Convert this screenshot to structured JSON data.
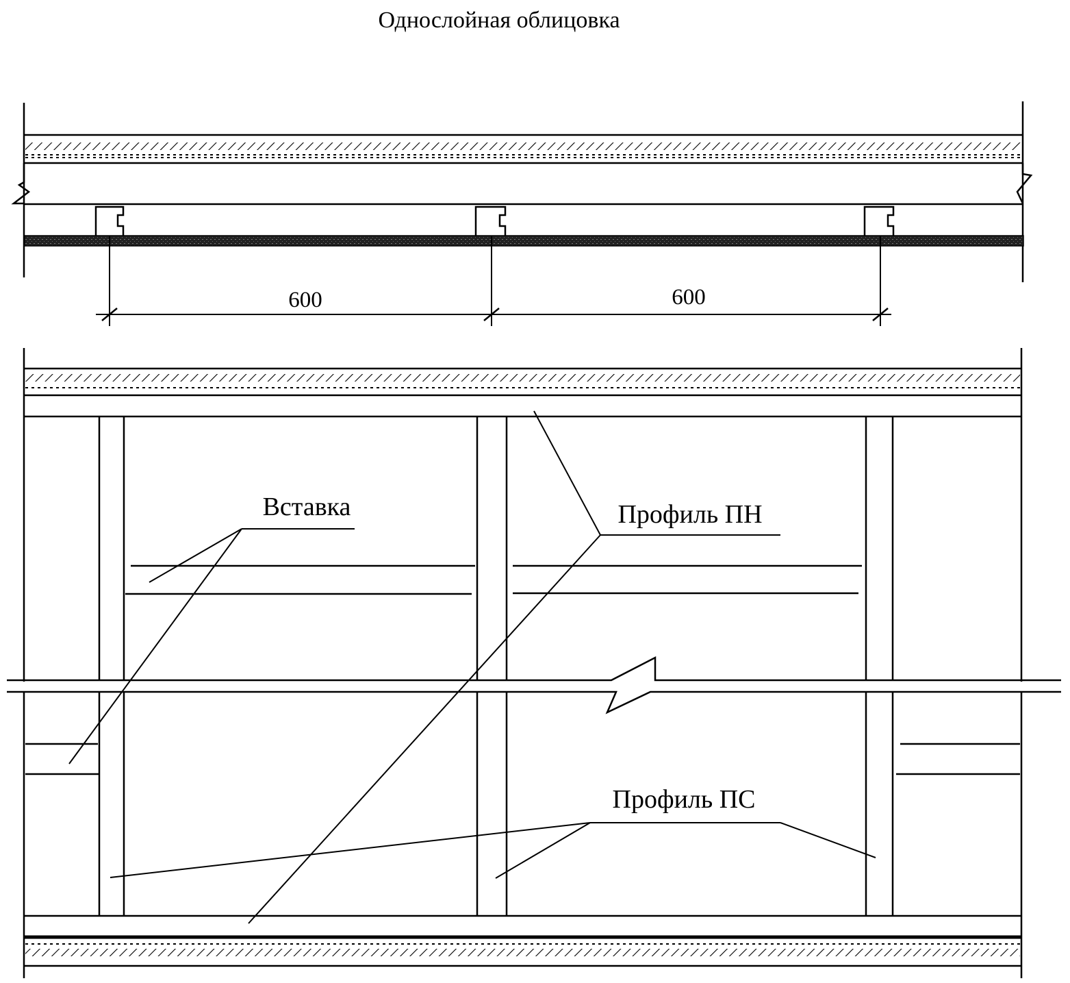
{
  "title": "Однослойная облицовка",
  "dimensions": [
    "600",
    "600"
  ],
  "labels": {
    "insert": "Вставка",
    "profile_pn": "Профиль ПН",
    "profile_ps": "Профиль ПС"
  }
}
